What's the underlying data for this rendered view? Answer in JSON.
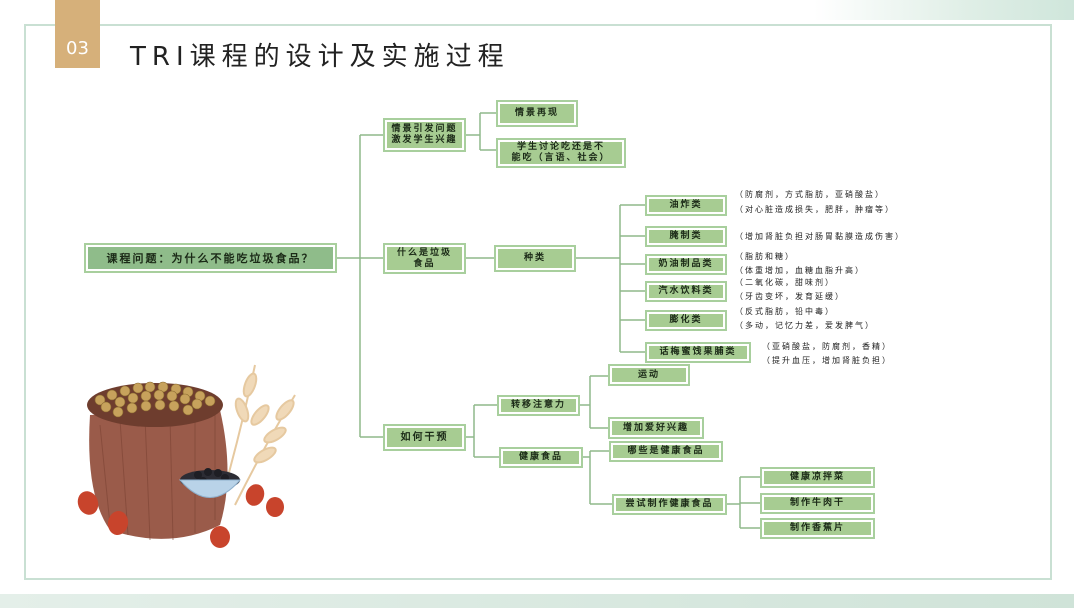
{
  "header": {
    "badge": "03",
    "title": "TRI课程的设计及实施过程"
  },
  "mindmap": {
    "root": "课程问题：为什么不能吃垃圾食品？",
    "branch1": {
      "label": "情景引发问题\n激发学生兴趣",
      "children": [
        "情景再现",
        "学生讨论吃还是不\n能吃（言语、社会）"
      ]
    },
    "branch2": {
      "label": "什么是垃圾\n食品",
      "category": "种类",
      "items": [
        {
          "label": "油炸类",
          "notes": [
            "（防腐剂，方式脂肪，亚硝酸盐）",
            "（对心脏造成损失，肥胖，肿瘤等）"
          ]
        },
        {
          "label": "腌制类",
          "notes": [
            "（增加肾脏负担对肠胃黏膜造成伤害）"
          ]
        },
        {
          "label": "奶油制品类",
          "notes": [
            "（脂肪和糖）",
            "（体重增加，血糖血脂升高）"
          ]
        },
        {
          "label": "汽水饮料类",
          "notes": [
            "（二氧化碳，甜味剂）",
            "（牙齿变坏，发育延缓）"
          ]
        },
        {
          "label": "膨化类",
          "notes": [
            "（反式脂肪，铅中毒）",
            "（多动，记忆力差，爱发脾气）"
          ]
        },
        {
          "label": "话梅蜜饯果脯类",
          "notes": [
            "（亚硝酸盐，防腐剂，香精）",
            "（提升血压，增加肾脏负担）"
          ]
        }
      ]
    },
    "branch3": {
      "label": "如何干预",
      "attention": {
        "label": "转移注意力",
        "children": [
          "运动",
          "增加爱好兴趣"
        ]
      },
      "healthy": {
        "label": "健康食品",
        "children": [
          "哪些是健康食品",
          "尝试制作健康食品"
        ],
        "make": [
          "健康凉拌菜",
          "制作牛肉干",
          "制作香蕉片"
        ]
      }
    }
  }
}
